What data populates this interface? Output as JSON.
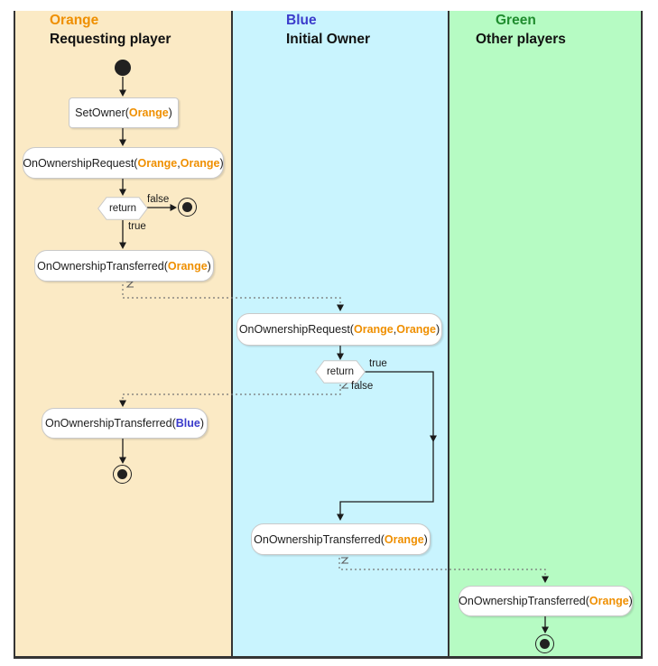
{
  "diagram": {
    "lanes": [
      {
        "title": "Orange",
        "subtitle": "Requesting player"
      },
      {
        "title": "Blue",
        "subtitle": "Initial Owner"
      },
      {
        "title": "Green",
        "subtitle": "Other players"
      }
    ],
    "nodes": {
      "set_owner": {
        "pre": "SetOwner(",
        "arg1": "Orange",
        "post": ")"
      },
      "request_requester": {
        "pre": "OnOwnershipRequest(",
        "arg1": "Orange",
        "sep": ", ",
        "arg2": "Orange",
        "post": ")"
      },
      "transferred_requester": {
        "pre": "OnOwnershipTransferred(",
        "arg1": "Orange",
        "post": ")"
      },
      "request_owner": {
        "pre": "OnOwnershipRequest(",
        "arg1": "Orange",
        "sep": ", ",
        "arg2": "Orange",
        "post": ")"
      },
      "transferred_requester_blue": {
        "pre": "OnOwnershipTransferred(",
        "arg1": "Blue",
        "post": ")"
      },
      "transferred_owner": {
        "pre": "OnOwnershipTransferred(",
        "arg1": "Orange",
        "post": ")"
      },
      "transferred_others": {
        "pre": "OnOwnershipTransferred(",
        "arg1": "Orange",
        "post": ")"
      },
      "decision_requester": "return",
      "decision_owner": "return"
    },
    "edge_labels": {
      "false_requester": "false",
      "true_requester": "true",
      "true_owner": "true",
      "false_owner": "false"
    },
    "colors": {
      "orange": "#EF8F00",
      "blue": "#3B3BCB",
      "green": "#1F8C2E",
      "lane_orange_bg": "#FBEAC5",
      "lane_blue_bg": "#C9F4FE",
      "lane_green_bg": "#B6FBC3",
      "line": "#1B1B1B",
      "dotted": "#757575"
    }
  }
}
